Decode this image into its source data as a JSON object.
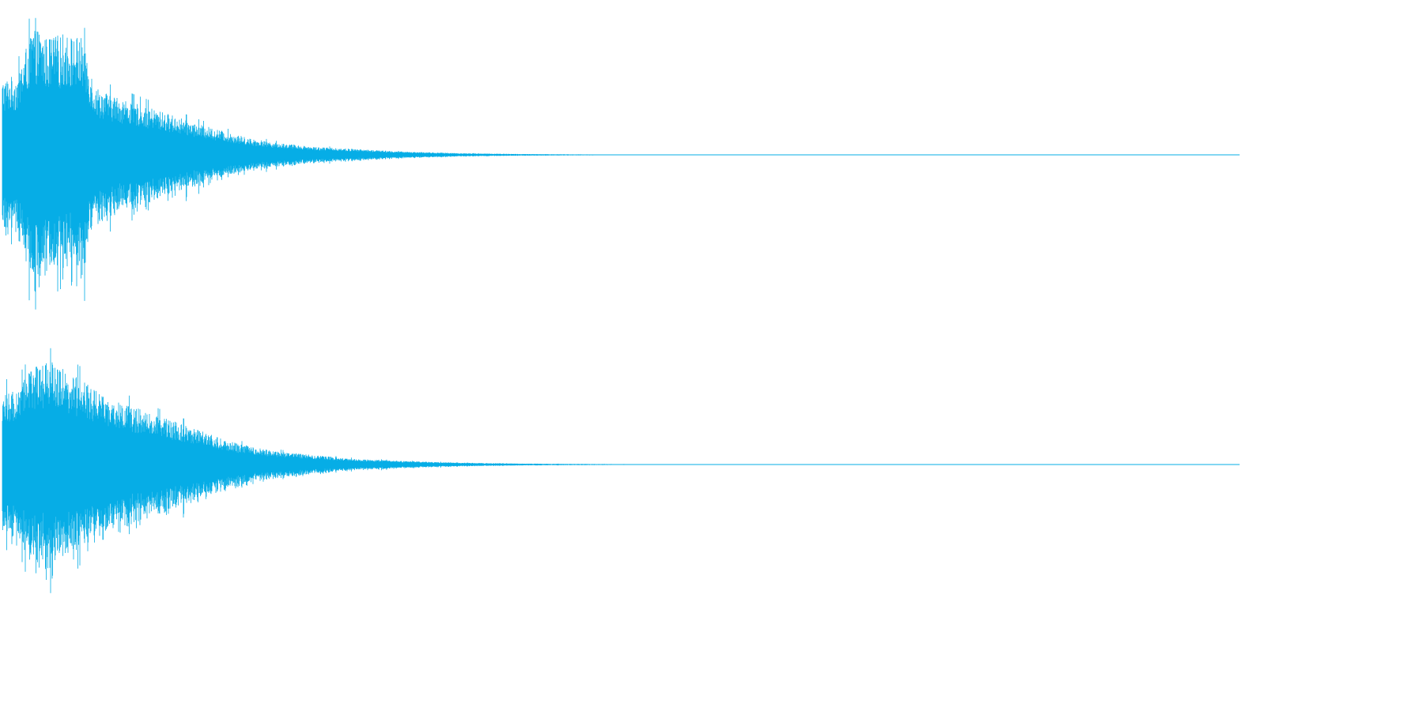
{
  "colors": {
    "waveform": "#06ADE6",
    "background": "#FFFFFF"
  },
  "chart_data": {
    "type": "area",
    "channels": [
      {
        "name": "",
        "envelope": {
          "t": [
            0.0,
            0.012,
            0.025,
            0.035,
            0.05,
            0.065,
            0.075,
            0.085,
            0.1,
            0.12,
            0.14,
            0.16,
            0.18,
            0.2,
            0.22,
            0.25,
            0.28,
            0.32,
            0.37,
            0.42,
            0.48,
            0.55,
            0.6,
            1.0
          ],
          "amp": [
            0.55,
            0.58,
            0.95,
            0.85,
            0.88,
            0.85,
            0.5,
            0.45,
            0.4,
            0.34,
            0.28,
            0.22,
            0.17,
            0.12,
            0.09,
            0.06,
            0.045,
            0.025,
            0.012,
            0.006,
            0.003,
            0.0015,
            0.0008,
            0.0
          ]
        },
        "peak_max": 0.99
      },
      {
        "name": "",
        "envelope": {
          "t": [
            0.0,
            0.012,
            0.025,
            0.04,
            0.055,
            0.07,
            0.085,
            0.1,
            0.12,
            0.14,
            0.16,
            0.18,
            0.2,
            0.22,
            0.25,
            0.28,
            0.32,
            0.37,
            0.42,
            0.48,
            0.55,
            0.6,
            1.0
          ],
          "amp": [
            0.6,
            0.62,
            0.8,
            0.85,
            0.75,
            0.65,
            0.55,
            0.5,
            0.42,
            0.35,
            0.28,
            0.2,
            0.15,
            0.11,
            0.08,
            0.05,
            0.03,
            0.015,
            0.008,
            0.004,
            0.002,
            0.001,
            0.0
          ]
        },
        "peak_max": 0.95
      }
    ],
    "xlabel": "",
    "ylabel": "",
    "ylim": [
      -1,
      1
    ],
    "grid": false,
    "legend": "none"
  }
}
